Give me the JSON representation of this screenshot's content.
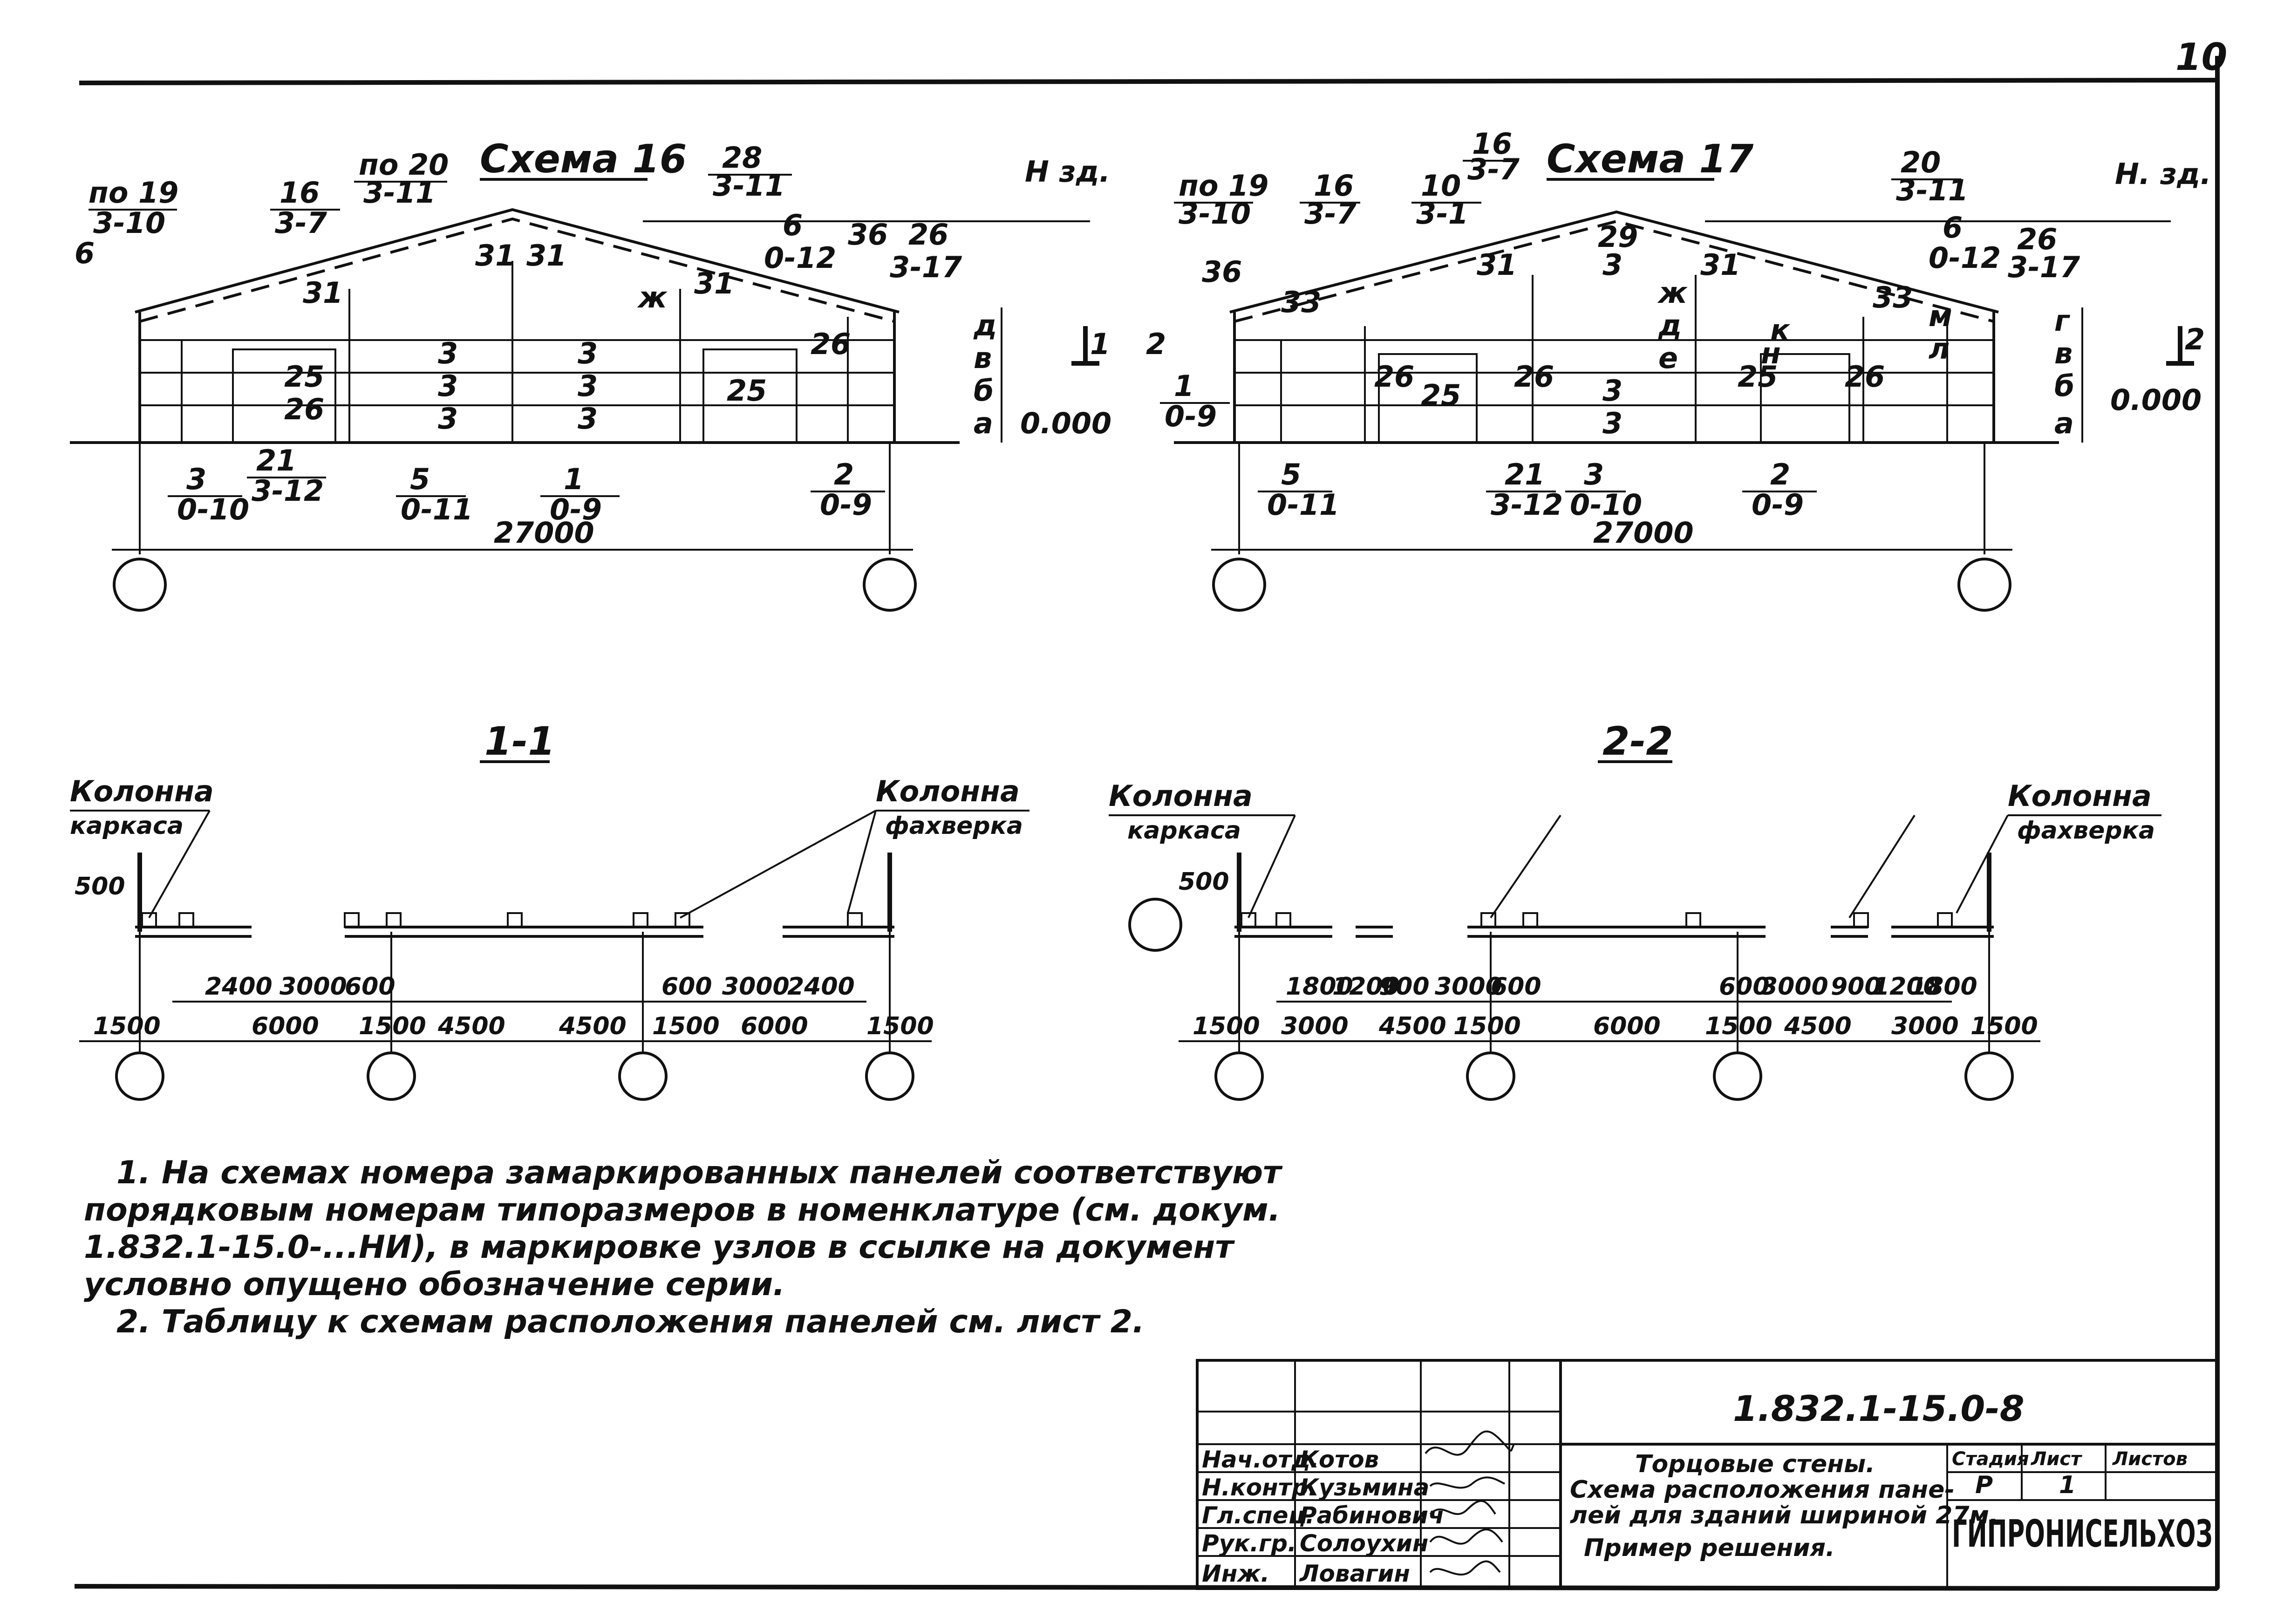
{
  "sheet": {
    "page_number": "10",
    "scheme_16": {
      "title": "Схема 16",
      "callouts": [
        "по 19",
        "3-10",
        "6",
        "16",
        "3-7",
        "по 20",
        "3-11",
        "28",
        "3-11",
        "Н зд.",
        "6",
        "0-12",
        "36",
        "26",
        "3-17",
        "31",
        "31",
        "31",
        "31",
        "3",
        "3",
        "3",
        "3",
        "3",
        "3",
        "25",
        "26",
        "25",
        "26",
        "21",
        "3-12",
        "3",
        "0-10",
        "5",
        "0-11",
        "1",
        "0-9",
        "2",
        "0-9",
        "1",
        "0.000",
        "а",
        "б",
        "в",
        "д",
        "ж",
        "27000"
      ],
      "section_mark": "1"
    },
    "scheme_17": {
      "title": "Схема 17",
      "callouts": [
        "по 19",
        "3-10",
        "16",
        "3-7",
        "10",
        "3-1",
        "16",
        "3-7",
        "20",
        "3-11",
        "Н. зд.",
        "6",
        "0-12",
        "26",
        "3-17",
        "36",
        "33",
        "29",
        "3",
        "31",
        "31",
        "33",
        "3",
        "3",
        "25",
        "26",
        "26",
        "25",
        "26",
        "2",
        "1",
        "0-9",
        "5",
        "0-11",
        "21",
        "3-12",
        "3",
        "0-10",
        "2",
        "0-9",
        "0.000",
        "а",
        "б",
        "в",
        "г",
        "д",
        "е",
        "ж",
        "к",
        "л",
        "м",
        "н",
        "27000"
      ],
      "section_mark": "2"
    },
    "section_1_1": {
      "title": "1-1",
      "left_label_1": "Колонна",
      "left_label_2": "каркаса",
      "right_label_1": "Колонна",
      "right_label_2": "фахверка",
      "dim_top": [
        "2400",
        "3000",
        "600",
        "600",
        "3000",
        "2400"
      ],
      "dim_bottom": [
        "1500",
        "6000",
        "1500",
        "4500",
        "4500",
        "1500",
        "6000",
        "1500"
      ],
      "side_dim": "500"
    },
    "section_2_2": {
      "title": "2-2",
      "left_label_1": "Колонна",
      "left_label_2": "каркаса",
      "right_label_1": "Колонна",
      "right_label_2": "фахверка",
      "dim_top": [
        "1800",
        "1200",
        "900",
        "3000",
        "600",
        "600",
        "3000",
        "900",
        "1200",
        "1800"
      ],
      "dim_bottom": [
        "1500",
        "3000",
        "4500",
        "1500",
        "6000",
        "1500",
        "4500",
        "3000",
        "1500"
      ],
      "side_dim": "500"
    },
    "notes": [
      "1. На схемах номера замаркированных панелей соответствуют",
      "порядковым номерам типоразмеров в номенклатуре (см. докум.",
      "1.832.1-15.0-...НИ), в маркировке узлов в ссылке на документ",
      "условно опущено обозначение серии.",
      "2. Таблицу к схемам расположения панелей см. лист 2."
    ],
    "title_block": {
      "document_code": "1.832.1-15.0-8",
      "description": [
        "Торцовые стены.",
        "Схема расположения пане-",
        "лей для зданий шириной 27м.",
        "Пример решения."
      ],
      "stage_header": "Стадия",
      "sheet_header": "Лист",
      "sheets_header": "Листов",
      "stage": "Р",
      "sheet": "1",
      "organization": "ГИПРОНИСЕЛЬХОЗ",
      "roles": [
        {
          "role": "Нач.отд.",
          "name": "Котов"
        },
        {
          "role": "Н.контр.",
          "name": "Кузьмина"
        },
        {
          "role": "Гл.спец.",
          "name": "Рабинович"
        },
        {
          "role": "Рук.гр.",
          "name": "Солоухин"
        },
        {
          "role": "Инж.",
          "name": "Ловагин"
        }
      ]
    }
  }
}
